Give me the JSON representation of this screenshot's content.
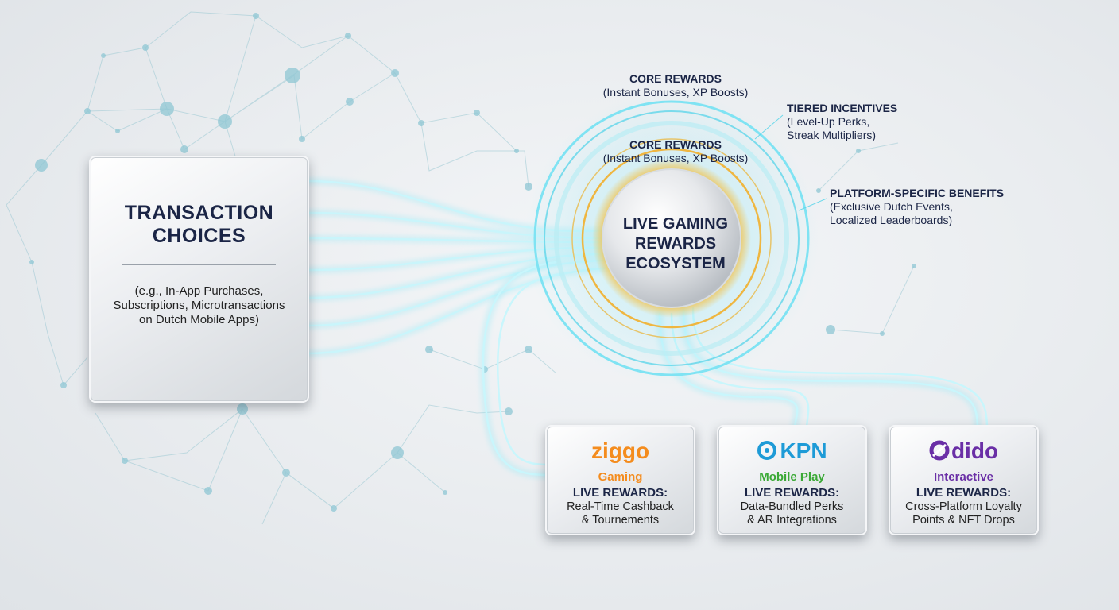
{
  "transaction": {
    "title_line1": "TRANSACTION",
    "title_line2": "CHOICES",
    "desc_line1": "(e.g., In-App Purchases,",
    "desc_line2": "Subscriptions, Microtransactions",
    "desc_line3": "on Dutch Mobile Apps)"
  },
  "hub": {
    "line1": "LIVE GAMING",
    "line2": "REWARDS",
    "line3": "ECOSYSTEM"
  },
  "labels": {
    "core_outer": {
      "title": "CORE REWARDS",
      "desc": "(Instant Bonuses, XP Boosts)"
    },
    "core_inner": {
      "title": "CORE REWARDS",
      "desc": "(Instant Bonuses, XP Boosts)"
    },
    "tiered": {
      "title": "TIERED INCENTIVES",
      "desc_line1": "(Level-Up Perks,",
      "desc_line2": "Streak Multipliers)"
    },
    "platform": {
      "title": "PLATFORM-SPECIFIC BENEFITS",
      "desc_line1": "(Exclusive Dutch Events,",
      "desc_line2": "Localized Leaderboards)"
    }
  },
  "providers": [
    {
      "logo": "ziggo",
      "sub": "Gaming",
      "head": "LIVE REWARDS:",
      "desc_line1": "Real-Time Cashback",
      "desc_line2": "& Tournements",
      "logo_color": "#f48c1e"
    },
    {
      "logo": "KPN",
      "sub": "Mobile Play",
      "head": "LIVE REWARDS:",
      "desc_line1": "Data-Bundled Perks",
      "desc_line2": "& AR Integrations",
      "logo_color": "#1e9bd7",
      "sub_color": "#3aa935"
    },
    {
      "logo": "dido",
      "sub": "Interactive",
      "head": "LIVE REWARDS:",
      "desc_line1": "Cross-Platform Loyalty",
      "desc_line2": "Points & NFT Drops",
      "logo_color": "#6a2fa6"
    }
  ],
  "colors": {
    "accent_cyan": "#6fe0f0",
    "accent_gold": "#e8b23a",
    "navy_text": "#1b2546"
  }
}
